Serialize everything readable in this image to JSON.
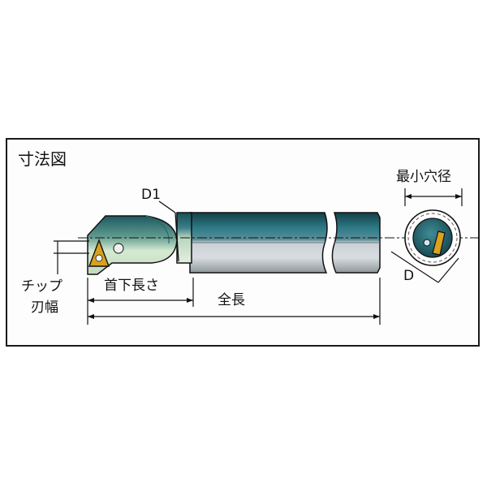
{
  "labels": {
    "title": "寸法図",
    "d1": "D1",
    "min_bore": "最小穴径",
    "d": "D",
    "tip_width_line1": "チップ",
    "tip_width_line2": "刃幅",
    "neck_length": "首下長さ",
    "overall_length": "全長"
  },
  "colors": {
    "body_teal_dark": "#1d5560",
    "body_teal": "#2a7682",
    "body_silver": "#c8cfd3",
    "body_silver_shadow": "#8b9499",
    "head_green": "#d6ead2",
    "insert_gold": "#d9a21d",
    "line": "#111111"
  }
}
